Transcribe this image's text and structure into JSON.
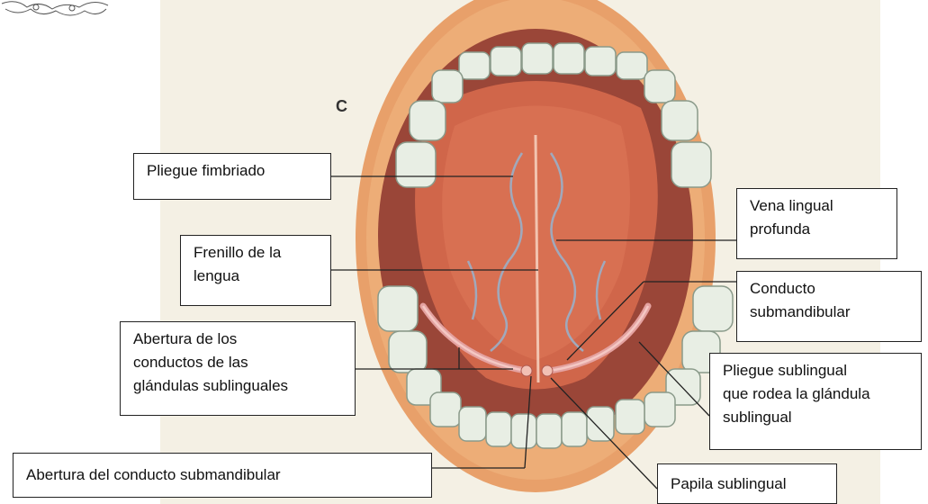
{
  "figure_letter": "C",
  "labels": {
    "pliegue_fimbriado": "Pliegue fimbriado",
    "vena_lingual": "Vena lingual\nprofunda",
    "frenillo": "Frenillo de la\nlengua",
    "conducto_submandibular": "Conducto\nsubmandibular",
    "abertura_sublinguales": "Abertura de los\nconductos de las\nglándulas sublinguales",
    "pliegue_sublingual": "Pliegue sublingual\nque rodea la glándula\nsublingual",
    "abertura_submandibular": "Abertura del conducto submandibular",
    "papila_sublingual": "Papila sublingual"
  },
  "colors": {
    "lips": "#e8a06a",
    "mouth_dark": "#9a4638",
    "tongue": "#d0664a",
    "teeth": "#e8eee4",
    "background": "#f4f0e4"
  }
}
